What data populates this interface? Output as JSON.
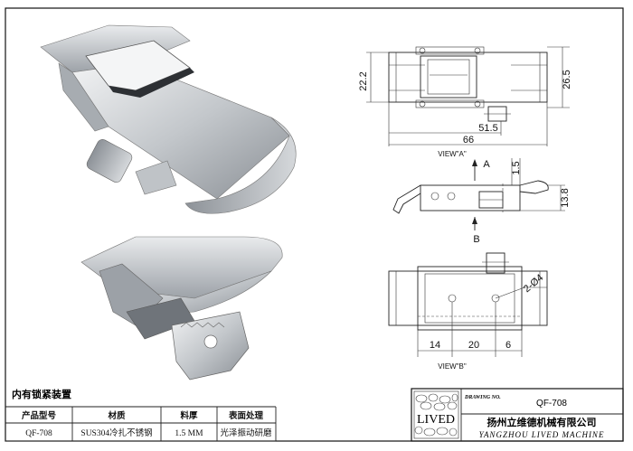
{
  "dimensions": {
    "d22_2": "22.2",
    "d26_5": "26.5",
    "d51_5": "51.5",
    "d66": "66",
    "d1_5": "1.5",
    "d13_8": "13.8",
    "d14": "14",
    "d20": "20",
    "d6": "6",
    "d2_4": "2-Ø4"
  },
  "views": {
    "view_a": "VIEW\"A\"",
    "view_b": "VIEW\"B\"",
    "arrow_a": "A",
    "arrow_b": "B"
  },
  "product": {
    "name": "内有锁紧装置",
    "headers": [
      "产品型号",
      "材质",
      "料厚",
      "表面处理"
    ],
    "values": [
      "QF-708",
      "SUS304冷扎不锈钢",
      "1.5 MM",
      "光泽振动研磨"
    ]
  },
  "title_block": {
    "logo": "LIVED",
    "drawing_no_label": "DRAWING NO.",
    "drawing_no": "QF-708",
    "company_cn": "扬州立维德机械有限公司",
    "company_en": "YANGZHOU LIVED MACHINE"
  },
  "colors": {
    "metal_light": "#e6e8ea",
    "metal_mid": "#b9bdc2",
    "metal_dark": "#7c8187"
  }
}
